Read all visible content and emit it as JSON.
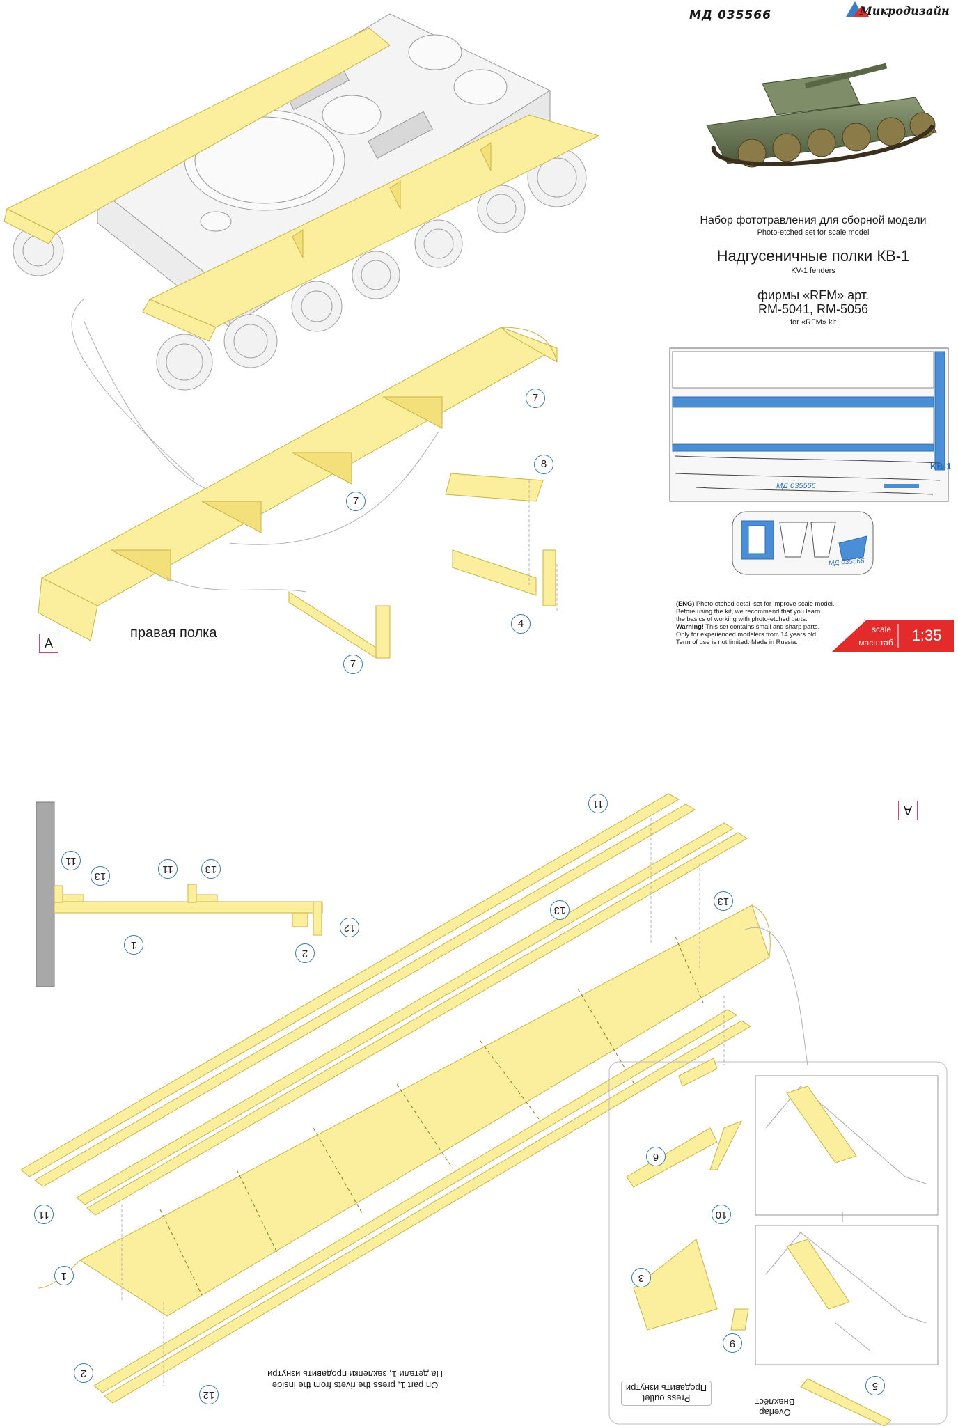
{
  "header": {
    "product_code": "МД 035566",
    "brand": "Микродизайн",
    "subtitle_ru": "Набор фототравления для сборной модели",
    "subtitle_en": "Photo-etched set for scale model",
    "title_ru": "Надгусеничные полки КВ-1",
    "title_en": "KV-1 fenders",
    "kit_ru_line1": "фирмы «RFM» арт.",
    "kit_ru_line2": "RM-5041, RM-5056",
    "kit_en": "for «RFM» kit"
  },
  "sheet": {
    "code": "МД 035566",
    "mark": "KB-1",
    "small_code": "МД 035566"
  },
  "warning": {
    "line1_prefix": "(ENG)",
    "line1": " Photo etched detail set for improve scale model.",
    "line2": "Before using the kit, we recommend that you learn",
    "line3": "the basics of working with photo-etched parts.",
    "line4_prefix": "Warning!",
    "line4": " This set contains small and sharp parts.",
    "line5": "Only for experienced modelers from 14 years old.",
    "line6": "Term of use is not limited. Made in Russia."
  },
  "scale": {
    "label_en": "scale",
    "label_ru": "масштаб",
    "value": "1:35"
  },
  "diagram": {
    "right_fender_label": "правая полка",
    "view_label": "A",
    "view_label_2": "A"
  },
  "notes": {
    "rivets_ru": "На детали 1, заклепки продавить изнутри",
    "rivets_en": "On part 1, press the rivets from the inside",
    "press_ru": "Продавить изнутри",
    "press_en": "Press outlet",
    "overlap_ru": "Внахлёст",
    "overlap_en": "Overlap"
  },
  "callouts": {
    "c7a": "7",
    "c7b": "7",
    "c7c": "7",
    "c8": "8",
    "c4": "4",
    "c11a": "11",
    "c13a": "13",
    "c11b": "11",
    "c13b": "13",
    "c12a": "12",
    "c2a": "2",
    "c1a": "1",
    "c11c": "11",
    "c13c": "13",
    "c13d": "13",
    "c11d": "11",
    "c1b": "1",
    "c2b": "2",
    "c12b": "12",
    "c6": "6",
    "c10": "10",
    "c3": "3",
    "c9": "9",
    "c5": "5"
  },
  "colors": {
    "part_fill": "#fbee9c",
    "part_stroke": "#c9b34a",
    "callout_ring": "#3a7ba8",
    "scale_red": "#e32b2b",
    "sheet_blue": "#4a8fd6"
  }
}
